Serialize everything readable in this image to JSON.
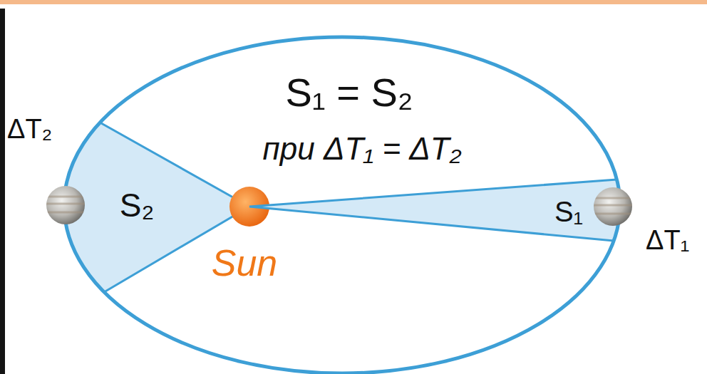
{
  "diagram": {
    "nodes": [
      {
        "text": [
          "S₂"
        ]
      },
      {
        "text": [
          "Sun"
        ]
      },
      {
        "text": [
          "S₁"
        ]
      }
    ],
    "labels": [
      "S₁ = S₂",
      "при ΔT₁ = ΔT₂",
      "ΔT₂",
      "ΔT₁"
    ]
  }
}
